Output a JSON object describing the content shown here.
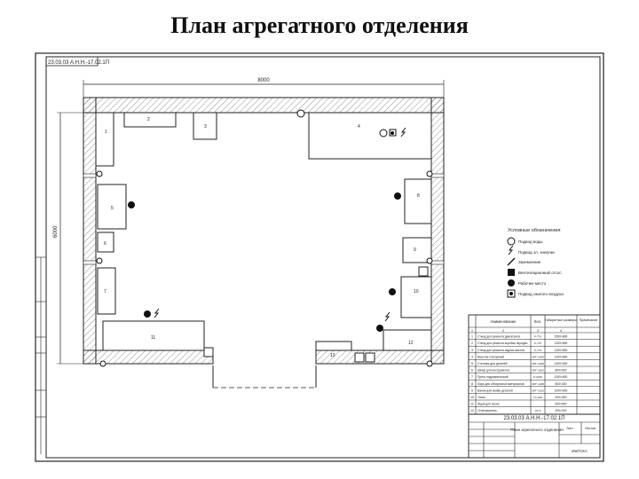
{
  "title": "План агрегатного отделения",
  "stamp_code": "23.03.03 А.Н.Н.-17.02.1П",
  "stamp_code_bottom": "23.03.03 А.Н.Н.-17.02.1П",
  "dimension_width": "8000",
  "dimension_height": "6000",
  "legend": {
    "title": "Условные обозначения",
    "items": [
      {
        "icon": "power-outlet-icon",
        "label": "Подвод воды"
      },
      {
        "icon": "plug-icon",
        "label": "Подвод эл. энергии"
      },
      {
        "icon": "ground-icon",
        "label": "Заземление"
      },
      {
        "icon": "vent-icon",
        "label": "Вентиляционный отсос"
      },
      {
        "icon": "workplace-icon",
        "label": "Рабочее место"
      },
      {
        "icon": "compressed-air-icon",
        "label": "Подвод сжатого воздуха"
      }
    ]
  },
  "spec_table": {
    "headers": [
      "Наименование",
      "Кол.",
      "Габаритные размеры",
      "Примечание"
    ],
    "column_numbers": [
      "1",
      "2",
      "3",
      "4"
    ],
    "rows": [
      {
        "n": "1",
        "name": "Стенд для ремонта двигателей",
        "qty": "Р-770",
        "dims": "1500×800",
        "note": ""
      },
      {
        "n": "2",
        "name": "Стенд для ремонта коробки передач",
        "qty": "Р-776",
        "dims": "1200×800",
        "note": ""
      },
      {
        "n": "3",
        "name": "Стенд для ремонта задних мостов",
        "qty": "Р-775",
        "dims": "1200×800",
        "note": ""
      },
      {
        "n": "4",
        "name": "Верстак слесарный",
        "qty": "ОРГ-1468",
        "dims": "1200×800",
        "note": ""
      },
      {
        "n": "5",
        "name": "Стеллаж для деталей",
        "qty": "ОРГ-1468",
        "dims": "1400×500",
        "note": ""
      },
      {
        "n": "6",
        "name": "Шкаф для инструмента",
        "qty": "ОРГ-1603",
        "dims": "800×500",
        "note": ""
      },
      {
        "n": "7",
        "name": "Пресс гидравлический",
        "qty": "П-6326",
        "dims": "1000×600",
        "note": ""
      },
      {
        "n": "8",
        "name": "Ларь для обтирочных материалов",
        "qty": "ОРГ-1468",
        "dims": "800×400",
        "note": ""
      },
      {
        "n": "9",
        "name": "Ванна для мойки деталей",
        "qty": "ОРГ-1316",
        "dims": "1000×600",
        "note": ""
      },
      {
        "n": "10",
        "name": "Тиски",
        "qty": "ТС-200",
        "dims": "400×300",
        "note": ""
      },
      {
        "n": "11",
        "name": "Ящик для песка",
        "qty": "",
        "dims": "500×500",
        "note": ""
      },
      {
        "n": "12",
        "name": "Огнетушитель",
        "qty": "ОУ-5",
        "dims": "200×200",
        "note": ""
      }
    ]
  },
  "title_block": {
    "doc_code": "23.03.03 А.Н.Н.-17.02.1П",
    "doc_title": "План агрегатного отделения",
    "sheet": "Лист",
    "sheets": "Листов",
    "org": "ИжГСХА"
  },
  "equipment_labels": [
    "1",
    "2",
    "3",
    "4",
    "5",
    "6",
    "7",
    "8",
    "9",
    "10",
    "11",
    "12",
    "13"
  ]
}
